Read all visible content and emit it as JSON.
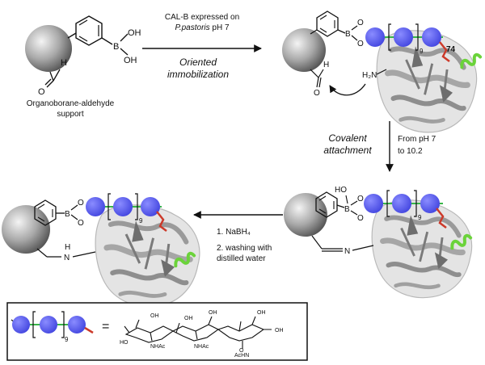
{
  "start": {
    "support_caption_line1": "Organoborane-aldehyde",
    "support_caption_line2": "support",
    "aldehyde_h": "H",
    "aldehyde_o": "O",
    "boron": "B",
    "oh1": "OH",
    "oh2": "OH"
  },
  "step1": {
    "line1": "CAL-B expressed on",
    "line2_italic": "P.pastoris",
    "line2_rest": " pH 7",
    "italic1": "Oriented",
    "italic2": "immobilization"
  },
  "adsorbed": {
    "residue_number": "74",
    "bracket_subscript": "9",
    "boron": "B",
    "o1": "O",
    "o2": "O",
    "amine": "H₂N",
    "aldehyde_h": "H",
    "aldehyde_o": "O"
  },
  "step2": {
    "italic1": "Covalent",
    "italic2": "attachment",
    "line1": "From pH 7",
    "line2": "to 10.2"
  },
  "covalent": {
    "ho": "HO",
    "boron": "B",
    "o1": "O",
    "o2": "O",
    "bracket_subscript": "9",
    "imine_n": "N"
  },
  "step3": {
    "line1": "1.   NaBH₄",
    "line2": "2. washing with",
    "line3": "distilled water"
  },
  "final": {
    "boron": "B",
    "o1": "O",
    "o2": "O",
    "bracket_subscript": "9",
    "amine_h": "H",
    "amine_n": "N"
  },
  "legend": {
    "bracket_subscript": "9",
    "equals": "=",
    "labels": [
      "OH",
      "HO",
      "NHAc",
      "OH",
      "NHAc",
      "OH",
      "O",
      "AcHN",
      "OH",
      "OH"
    ]
  },
  "colors": {
    "sugar": "#5a5cf0",
    "green_link": "#38b54a",
    "red_residue": "#cc3a2a",
    "support_sphere": "#8a8a8a",
    "helix_green": "#6bd33a"
  }
}
